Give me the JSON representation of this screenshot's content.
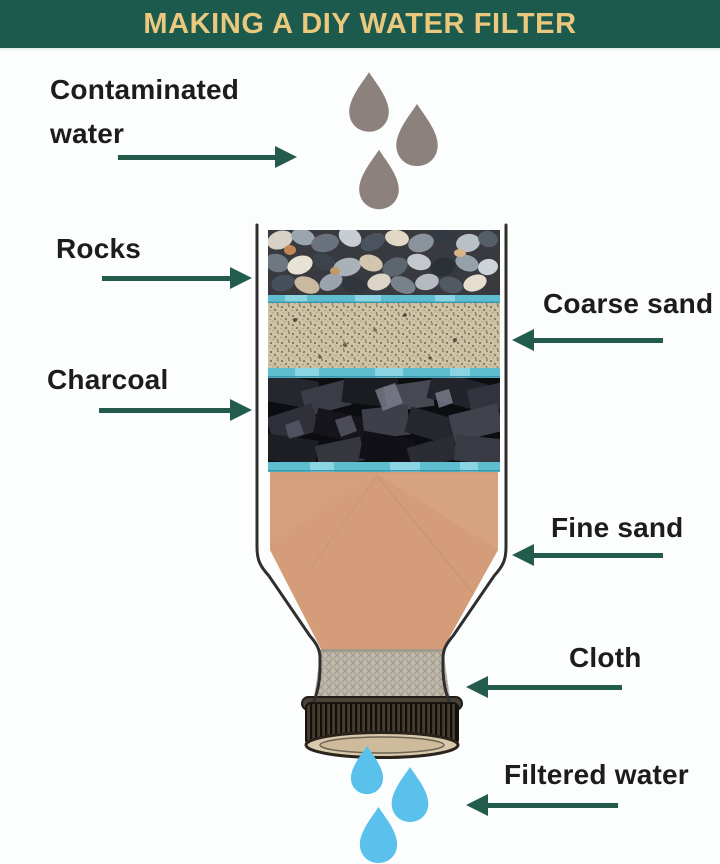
{
  "header": {
    "title": "MAKING A DIY WATER FILTER",
    "bg_color": "#1c5a4d",
    "text_color": "#eac87d"
  },
  "diagram": {
    "arrow_color": "#235c4d",
    "label_color": "#1c1c1c",
    "source": {
      "label": "Contaminated water",
      "drop_icon": "water-drop",
      "drop_color": "#8c817d"
    },
    "result": {
      "label": "Filtered water",
      "drop_icon": "water-drop",
      "drop_color": "#59c1ec"
    },
    "layers": [
      {
        "name": "Rocks",
        "label_side": "left"
      },
      {
        "name": "Coarse sand",
        "label_side": "right"
      },
      {
        "name": "Charcoal",
        "label_side": "left"
      },
      {
        "name": "Fine sand",
        "label_side": "right"
      },
      {
        "name": "Cloth",
        "label_side": "right"
      }
    ],
    "layer_colors": {
      "separator": "#5fbdd0",
      "coarse_sand": "#cfc3a6",
      "fine_sand": "#d49c79",
      "cloth": "#bcb7a9",
      "cap": "#3e362d"
    }
  }
}
